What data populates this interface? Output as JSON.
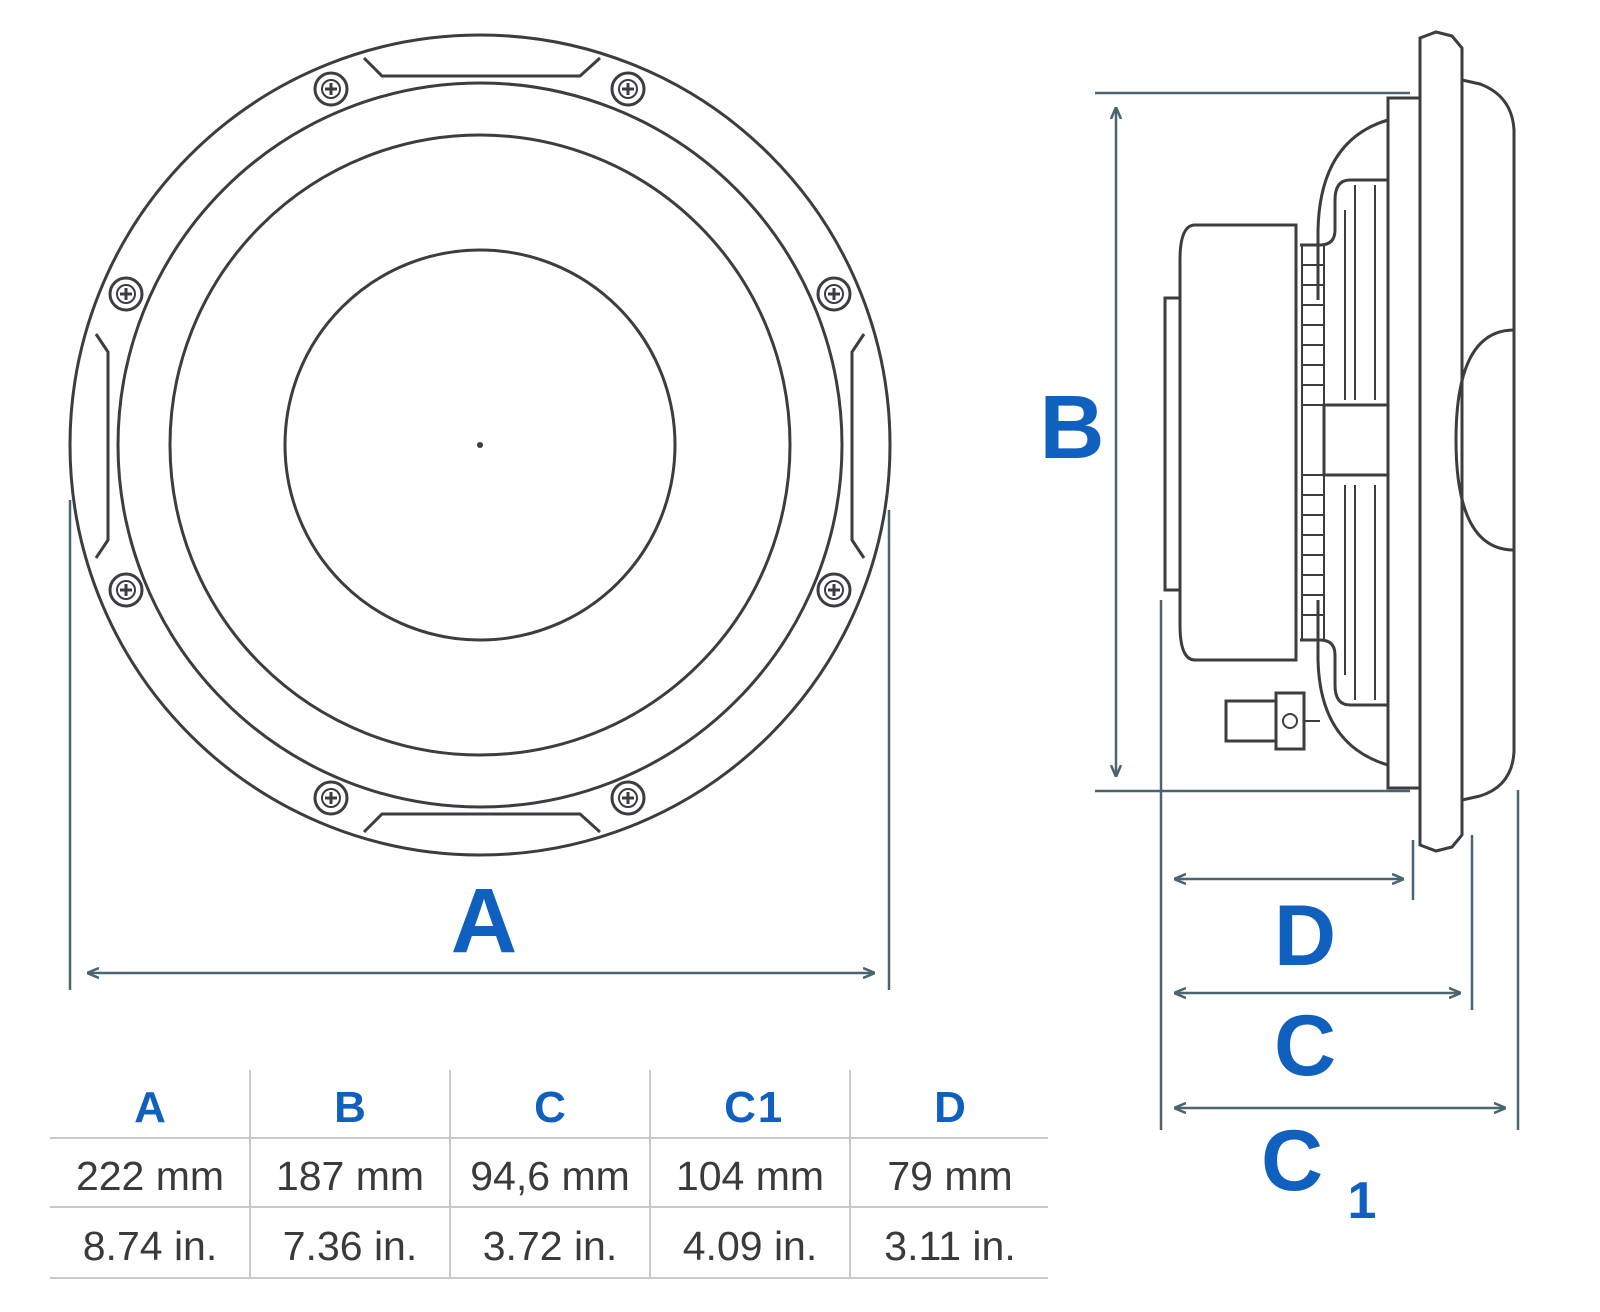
{
  "labels": {
    "a": "A",
    "b": "B",
    "c": "C",
    "c1_main": "C",
    "c1_sub": "1",
    "d": "D"
  },
  "table": {
    "headers": [
      {
        "main": "A",
        "sub": ""
      },
      {
        "main": "B",
        "sub": ""
      },
      {
        "main": "C",
        "sub": ""
      },
      {
        "main": "C",
        "sub": "1"
      },
      {
        "main": "D",
        "sub": ""
      }
    ],
    "rows": [
      [
        "222 mm",
        "187 mm",
        "94,6 mm",
        "104 mm",
        "79 mm"
      ],
      [
        "8.74 in.",
        "7.36 in.",
        "3.72 in.",
        "4.09 in.",
        "3.11 in."
      ]
    ]
  },
  "colors": {
    "label_blue": "#1060c0",
    "outline": "#3b3d40",
    "dimension_line": "#4a6470"
  }
}
